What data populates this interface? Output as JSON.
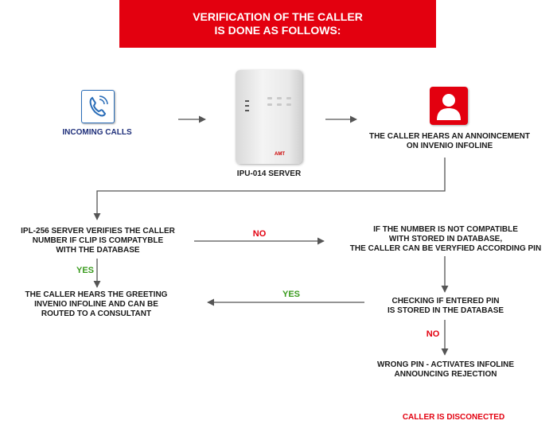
{
  "title": {
    "line1": "VERIFICATION OF THE CALLER",
    "line2": "IS DONE AS FOLLOWS:"
  },
  "nodes": {
    "incoming_calls": "INCOMING CALLS",
    "server_label": "IPU-014 SERVER",
    "server_logo": "AMT",
    "announcement": [
      "THE CALLER HEARS AN ANNOINCEMENT",
      "ON INVENIO INFOLINE"
    ],
    "verify_clip": [
      "IPL-256 SERVER VERIFIES THE CALLER",
      "NUMBER IF CLIP IS COMPATYBLE",
      "WITH THE DATABASE"
    ],
    "not_compatible": [
      "IF THE NUMBER IS NOT COMPATIBLE",
      "WITH STORED IN DATABASE,",
      "THE CALLER CAN BE VERYFIED ACCORDING PIN"
    ],
    "greeting": [
      "THE CALLER HEARS THE GREETING",
      "INVENIO INFOLINE AND CAN BE",
      "ROUTED TO A CONSULTANT"
    ],
    "checking_pin": [
      "CHECKING IF ENTERED PIN",
      "IS STORED IN THE DATABASE"
    ],
    "wrong_pin": [
      "WRONG PIN - ACTIVATES INFOLINE",
      "ANNOUNCING REJECTION"
    ],
    "disconnected": "CALLER IS DISCONECTED"
  },
  "edge_labels": {
    "no_1": "NO",
    "yes_1": "YES",
    "yes_2": "YES",
    "no_2": "NO"
  },
  "icons": {
    "phone": "phone-icon",
    "person": "person-icon",
    "server": "server-device-icon"
  },
  "colors": {
    "banner": "#e3000f",
    "phone_blue": "#2a6db8",
    "incoming_text": "#1f2f7a",
    "yes_green": "#3a9b1e",
    "no_red": "#e3000f",
    "arrow": "#555555"
  }
}
